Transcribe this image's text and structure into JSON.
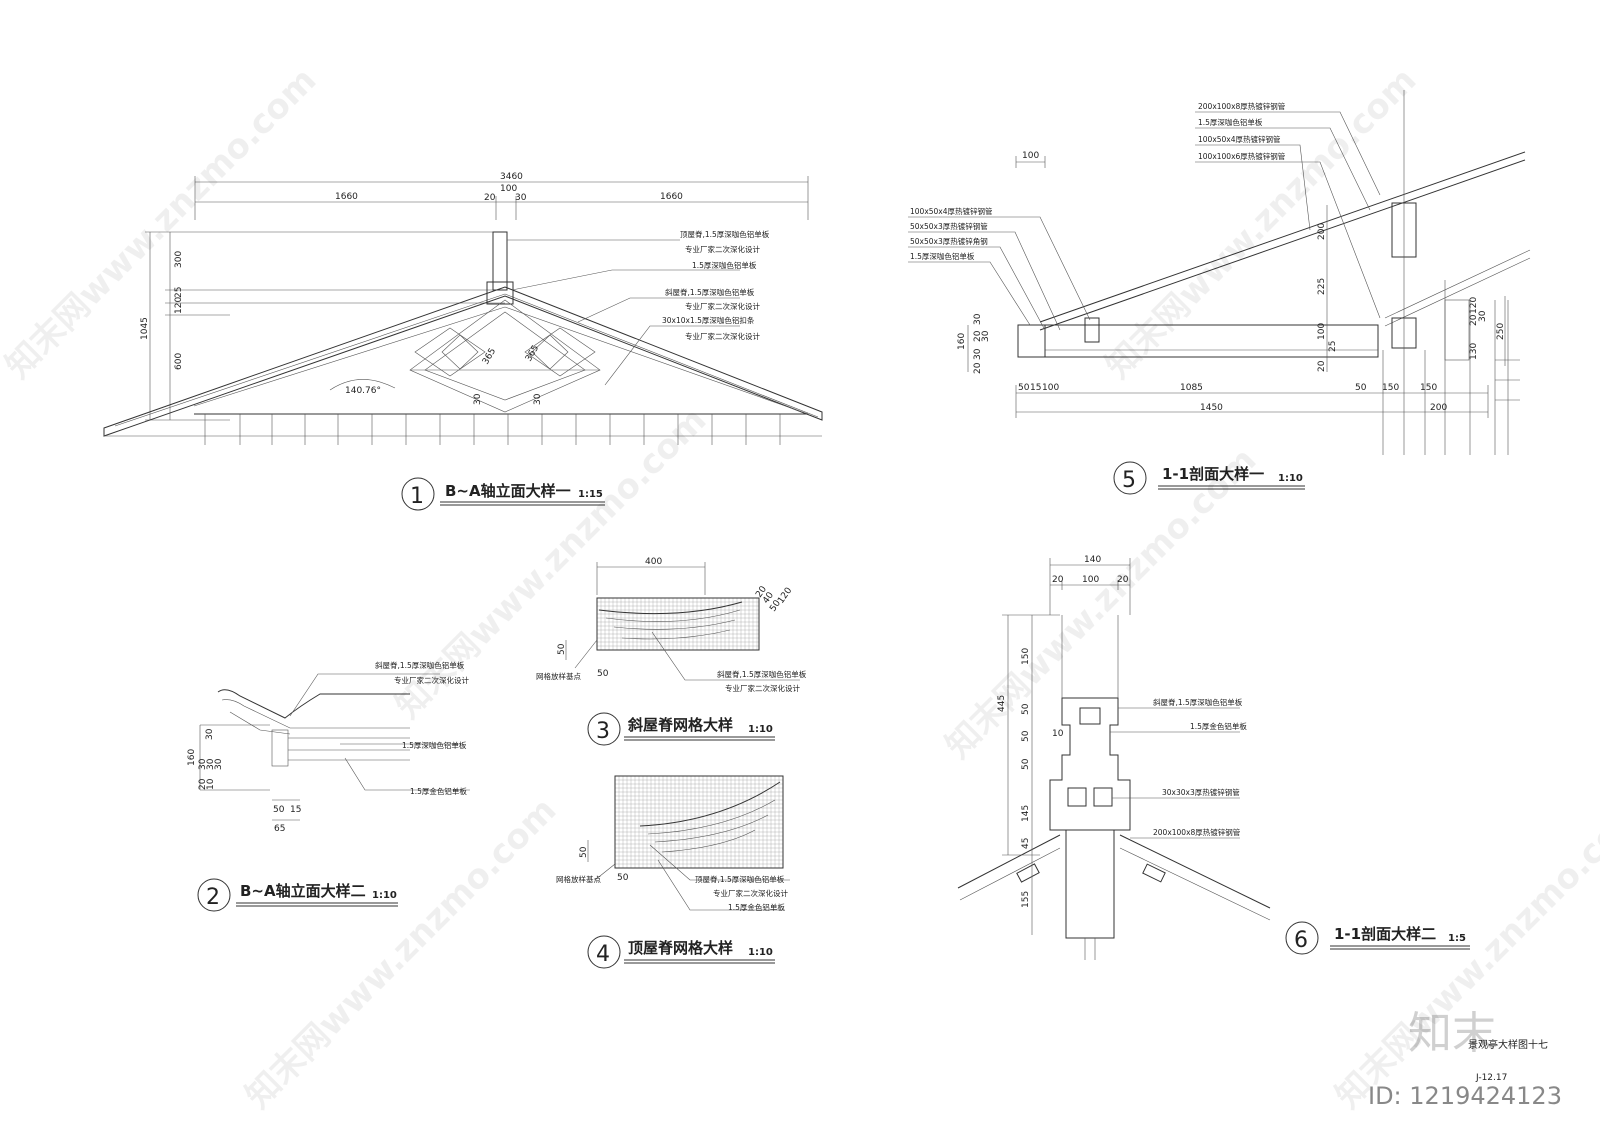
{
  "detail1": {
    "no": "1",
    "title": "B~A轴立面大样一",
    "scale": "1:15",
    "dims": {
      "total": "3460",
      "left": "1660",
      "mid": "100",
      "g1": "20",
      "g2": "30",
      "right": "1660",
      "h_total": "1045",
      "h1": "300",
      "h2": "25",
      "h3": "120",
      "h4": "600",
      "angle": "140.76°",
      "d1": "30",
      "d2": "30",
      "d3": "365",
      "d4": "365"
    },
    "notes": [
      "顶屋脊,1.5厚深咖色铝单板",
      "专业厂家二次深化设计",
      "1.5厚深咖色铝单板",
      "斜屋脊,1.5厚深咖色铝单板",
      "专业厂家二次深化设计",
      "30x10x1.5厚深咖色铝扣条",
      "专业厂家二次深化设计"
    ]
  },
  "detail2": {
    "no": "2",
    "title": "B~A轴立面大样二",
    "scale": "1:10",
    "dims": {
      "v1": "160",
      "v2": "30",
      "v3": "30",
      "v4": "30",
      "v5": "20",
      "v6": "10",
      "v7": "30",
      "h1": "50",
      "h2": "15",
      "h3": "65"
    },
    "notes": [
      "斜屋脊,1.5厚深咖色铝单板",
      "专业厂家二次深化设计",
      "1.5厚深咖色铝单板",
      "1.5厚金色铝单板"
    ]
  },
  "detail3": {
    "no": "3",
    "title": "斜屋脊网格大样",
    "scale": "1:10",
    "dims": {
      "w": "400",
      "g1": "20",
      "g2": "40",
      "g3": "50",
      "g4": "120",
      "s1": "50",
      "s2": "50"
    },
    "notes": [
      "网格放样基点",
      "斜屋脊,1.5厚深咖色铝单板",
      "专业厂家二次深化设计"
    ]
  },
  "detail4": {
    "no": "4",
    "title": "顶屋脊网格大样",
    "scale": "1:10",
    "dims": {
      "s1": "50",
      "s2": "50"
    },
    "notes": [
      "网格放样基点",
      "顶屋脊,1.5厚深咖色铝单板",
      "专业厂家二次深化设计",
      "1.5厚金色铝单板"
    ]
  },
  "detail5": {
    "no": "5",
    "title": "1-1剖面大样一",
    "scale": "1:10",
    "dims": {
      "top": "100",
      "a": "50",
      "b": "15",
      "c": "100",
      "d": "1085",
      "e": "50",
      "f": "150",
      "g": "150",
      "total": "1450",
      "h": "200",
      "v1": "200",
      "v2": "225",
      "v3": "100",
      "v4": "25",
      "v5": "20",
      "l1": "160",
      "l2": "30",
      "l3": "20",
      "l4": "30",
      "l5": "30",
      "l6": "20",
      "r1": "120",
      "r2": "20",
      "r3": "30",
      "r4": "130",
      "r5": "250"
    },
    "notes_top": [
      "200x100x8厚热镀锌钢管",
      "1.5厚深咖色铝单板",
      "100x50x4厚热镀锌钢管",
      "100x100x6厚热镀锌钢管"
    ],
    "notes_left": [
      "100x50x4厚热镀锌钢管",
      "50x50x3厚热镀锌钢管",
      "50x50x3厚热镀锌角钢",
      "1.5厚深咖色铝单板"
    ]
  },
  "detail6": {
    "no": "6",
    "title": "1-1剖面大样二",
    "scale": "1:5",
    "dims": {
      "w": "140",
      "a": "20",
      "b": "100",
      "c": "20",
      "total": "445",
      "v1": "150",
      "v2": "50",
      "v3": "50",
      "v4": "50",
      "v5": "145",
      "v6": "45",
      "v7": "155",
      "side": "10"
    },
    "notes": [
      "斜屋脊,1.5厚深咖色铝单板",
      "1.5厚金色铝单板",
      "30x30x3厚热镀锌钢管",
      "200x100x8厚热镀锌钢管"
    ]
  },
  "sheet": {
    "name": "景观亭大样图十七",
    "code": "J-12.17"
  },
  "watermark": {
    "text": "知末网www.znzmo.com",
    "logo": "知末",
    "id": "ID: 1219424123"
  }
}
